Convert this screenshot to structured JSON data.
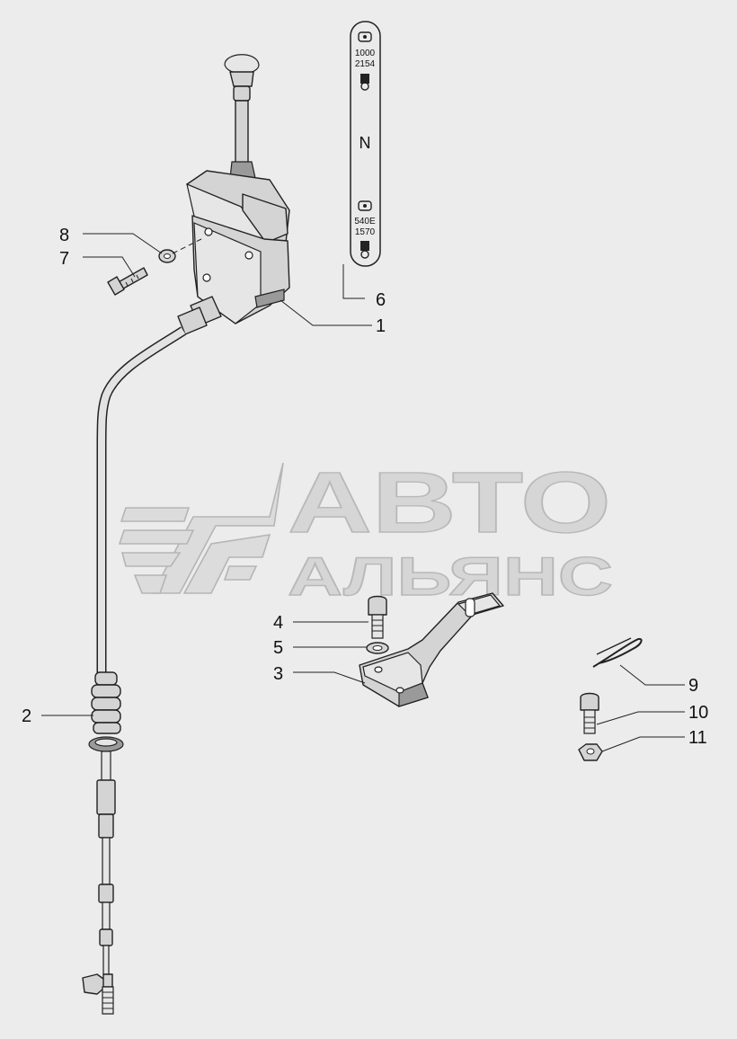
{
  "watermark": {
    "line1": "АВТО",
    "line2": "АЛЬЯНС"
  },
  "plate": {
    "top_speed_1": "1000",
    "top_speed_2": "2154",
    "neutral": "N",
    "bottom_speed_1": "540E",
    "bottom_speed_2": "1570"
  },
  "callouts": [
    {
      "id": "1",
      "label": "1"
    },
    {
      "id": "2",
      "label": "2"
    },
    {
      "id": "3",
      "label": "3"
    },
    {
      "id": "4",
      "label": "4"
    },
    {
      "id": "5",
      "label": "5"
    },
    {
      "id": "6",
      "label": "6"
    },
    {
      "id": "7",
      "label": "7"
    },
    {
      "id": "8",
      "label": "8"
    },
    {
      "id": "9",
      "label": "9"
    },
    {
      "id": "10",
      "label": "10"
    },
    {
      "id": "11",
      "label": "11"
    }
  ],
  "colors": {
    "background": "#ececec",
    "line": "#222222",
    "part_fill": "#d4d4d4",
    "watermark": "#b8b8b8"
  }
}
